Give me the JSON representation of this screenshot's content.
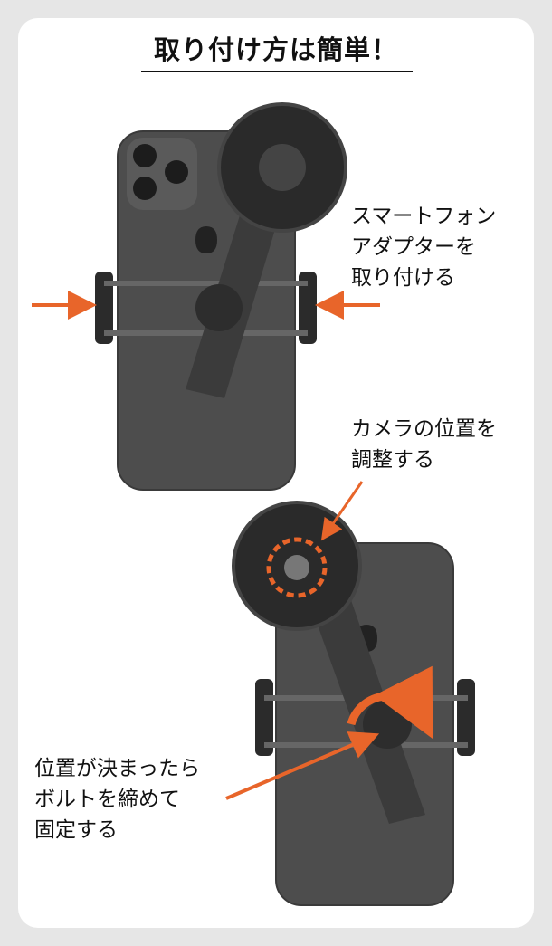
{
  "title": "取り付け方は簡単！",
  "steps": [
    {
      "caption": "スマートフォン\nアダプターを\n取り付ける"
    },
    {
      "caption": "カメラの位置を\n調整する"
    },
    {
      "caption": "位置が決まったら\nボルトを締めて\n固定する"
    }
  ],
  "colors": {
    "accent": "#e8652a",
    "phone": "#4a4a4a",
    "background": "#e6e6e6"
  }
}
